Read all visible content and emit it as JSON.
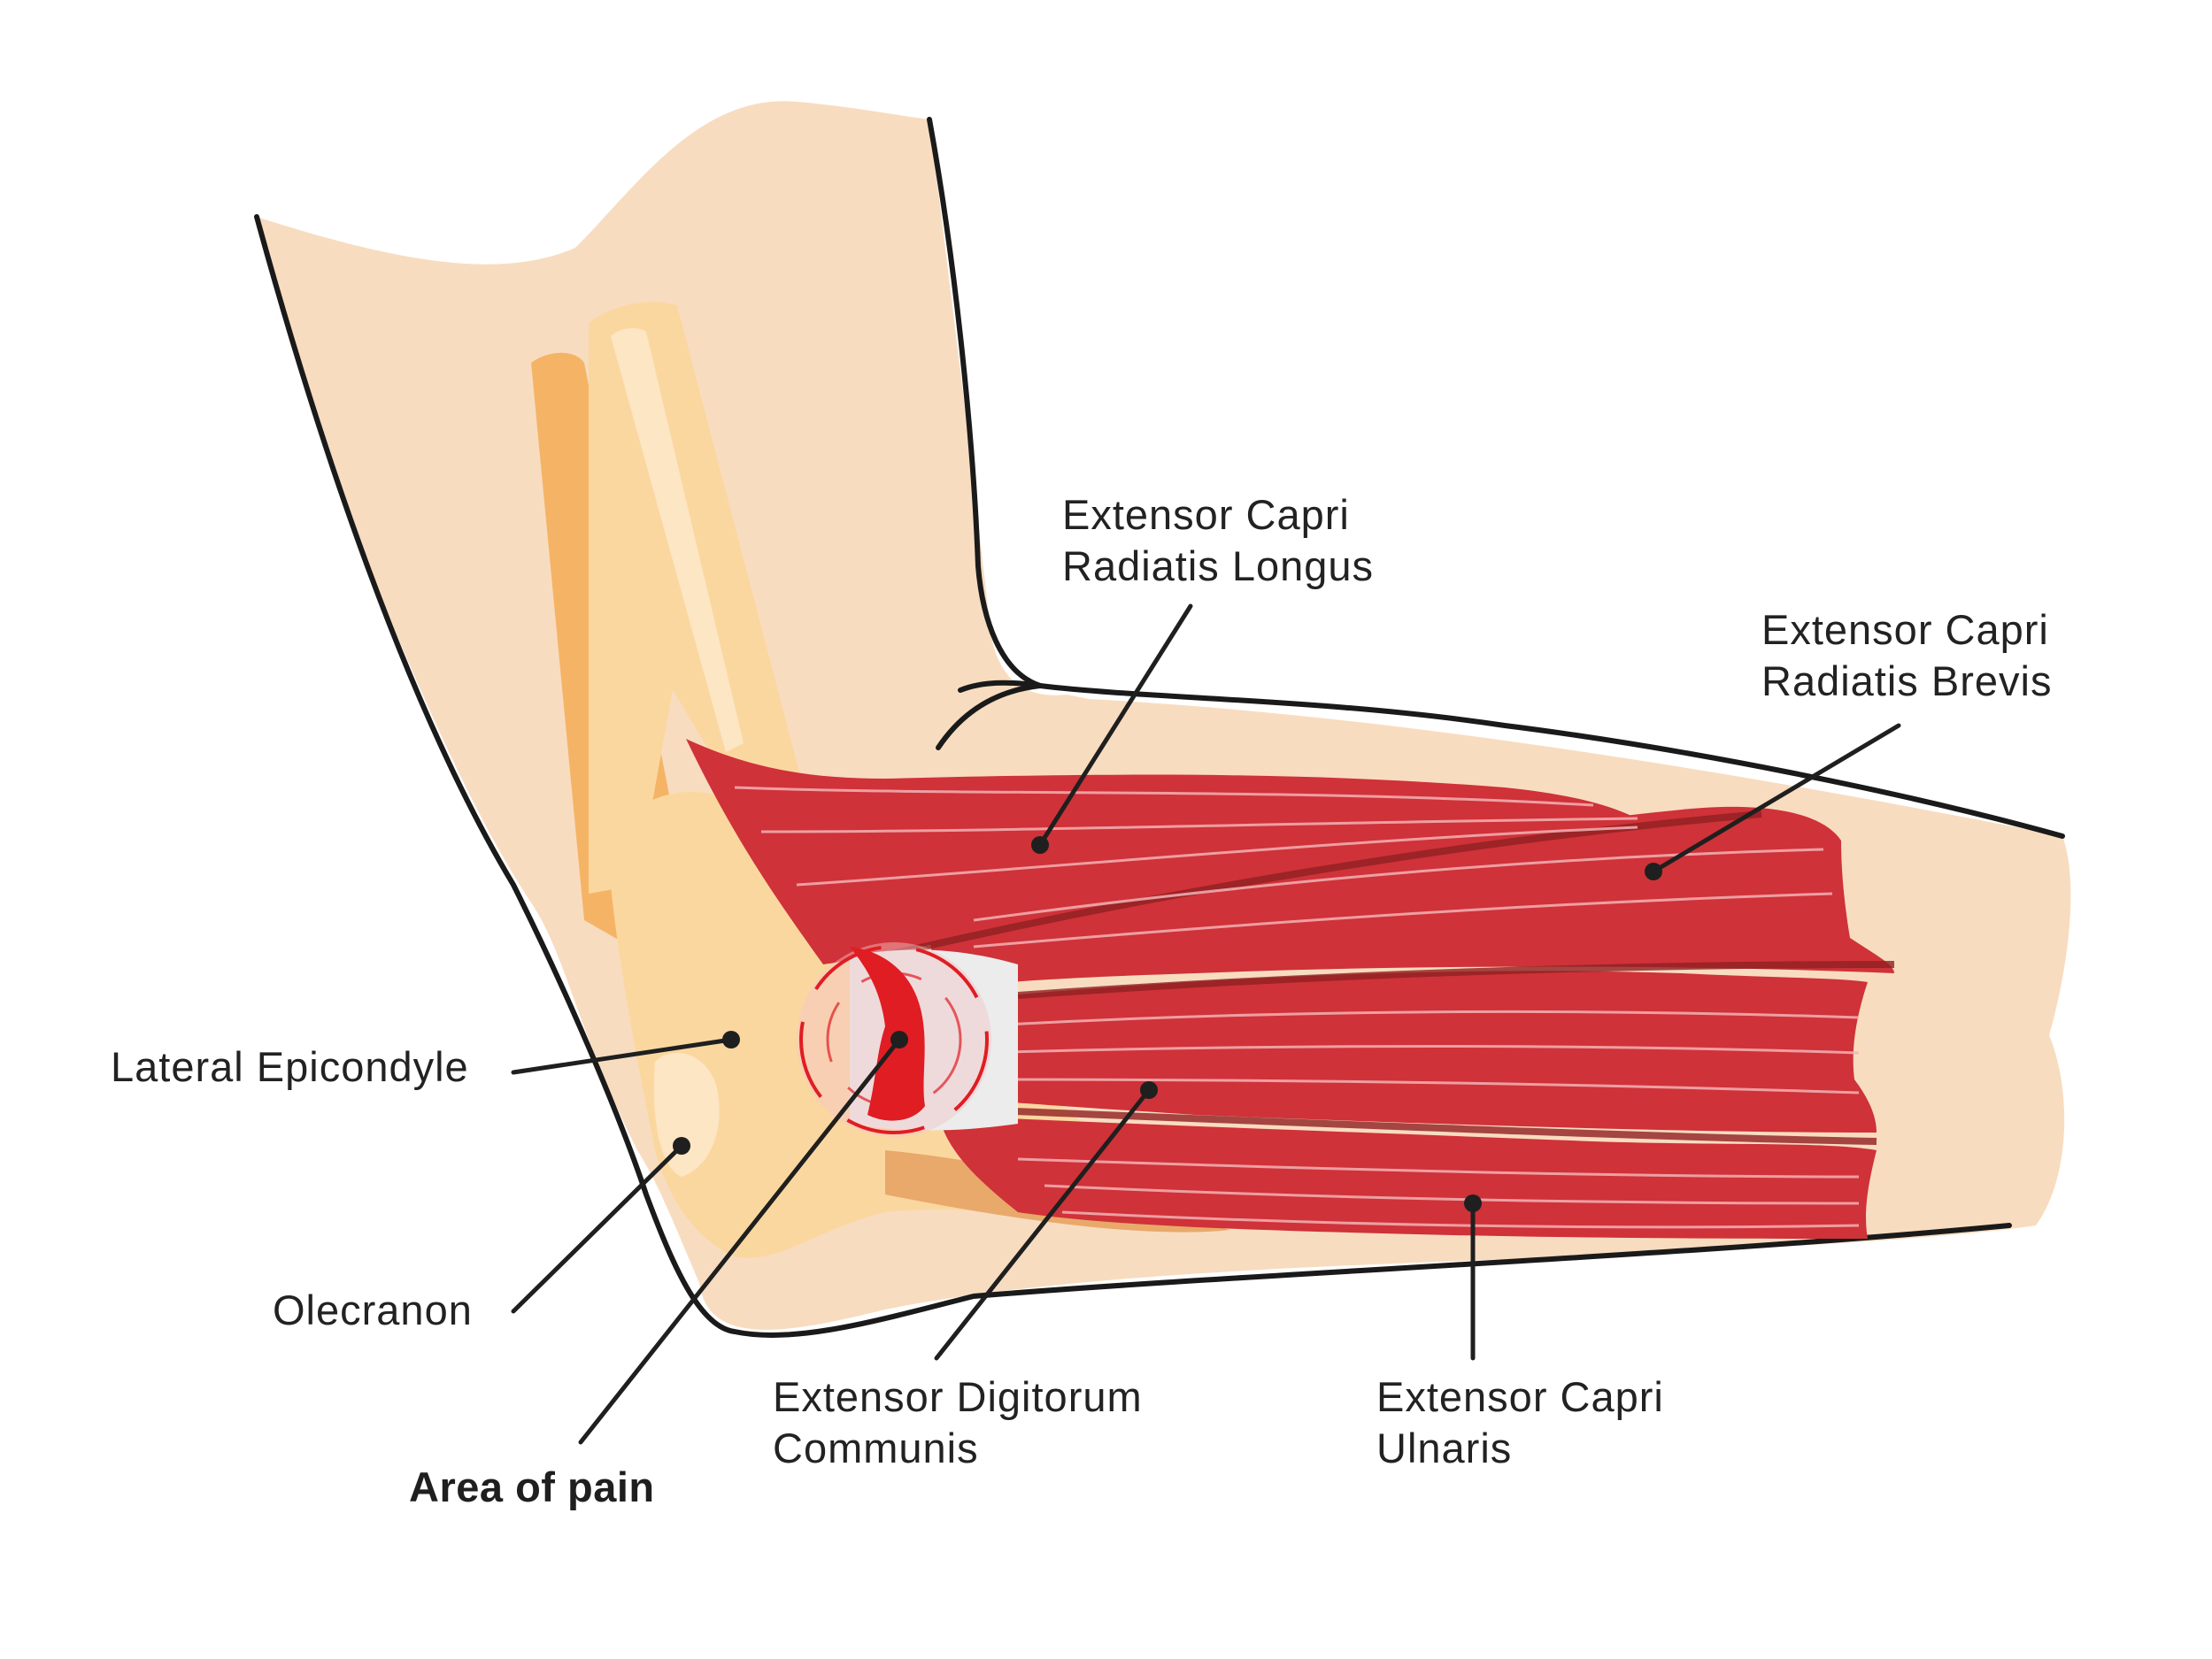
{
  "colors": {
    "skin": "#f8dcc0",
    "bone": "#fbd7a0",
    "bone_shadow": "#f5b465",
    "muscle": "#cf3238",
    "muscle_dark": "#8e1f22",
    "tendon": "#ececec",
    "pain": "#e01d23",
    "outline": "#1a1a1a",
    "text": "#222222"
  },
  "labels": {
    "ecrl": {
      "line1": "Extensor Capri",
      "line2": "Radiatis Longus"
    },
    "ecrb": {
      "line1": "Extensor Capri",
      "line2": "Radiatis Brevis"
    },
    "lateral_epicondyle": "Lateral Epicondyle",
    "olecranon": "Olecranon",
    "area_of_pain": "Area of pain",
    "edc": {
      "line1": "Extensor Digitorum",
      "line2": "Communis"
    },
    "ecu": {
      "line1": "Extensor Capri",
      "line2": "Ulnaris"
    }
  }
}
